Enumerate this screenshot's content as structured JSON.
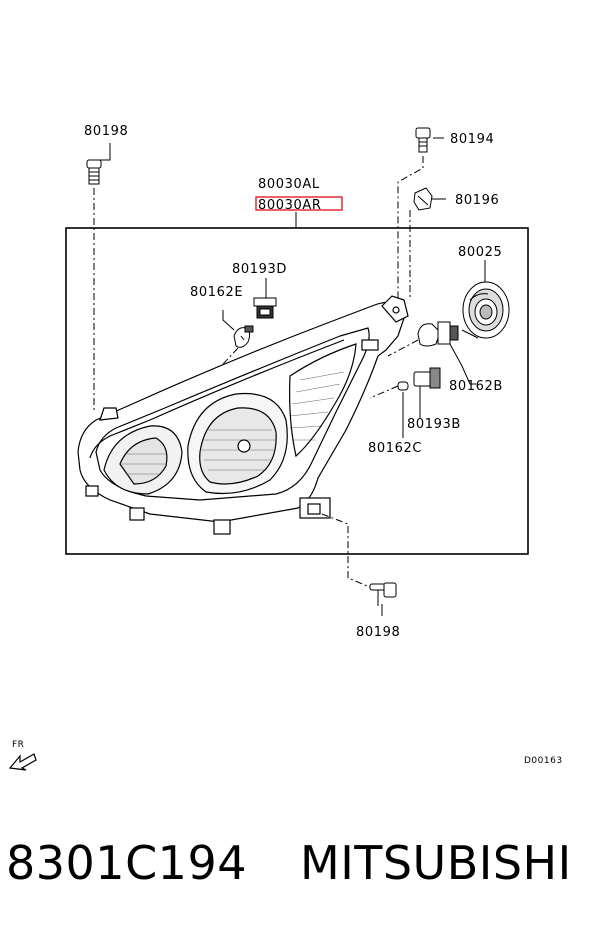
{
  "diagram": {
    "labels": {
      "bolt_top_left": "80198",
      "bolt_top_right": "80194",
      "headlamp_left": "80030AL",
      "headlamp_right": "80030AR",
      "clip": "80196",
      "cap": "80025",
      "socket_d": "80193D",
      "bulb_e": "80162E",
      "bulb_b": "80162B",
      "socket_b": "80193B",
      "bulb_c": "80162C",
      "bolt_bottom": "80198"
    },
    "front_indicator": "FR",
    "diagram_code": "D00163",
    "highlight_color": "#e0202a"
  },
  "caption": {
    "part_number": "8301C194",
    "brand": "MITSUBISHI"
  }
}
